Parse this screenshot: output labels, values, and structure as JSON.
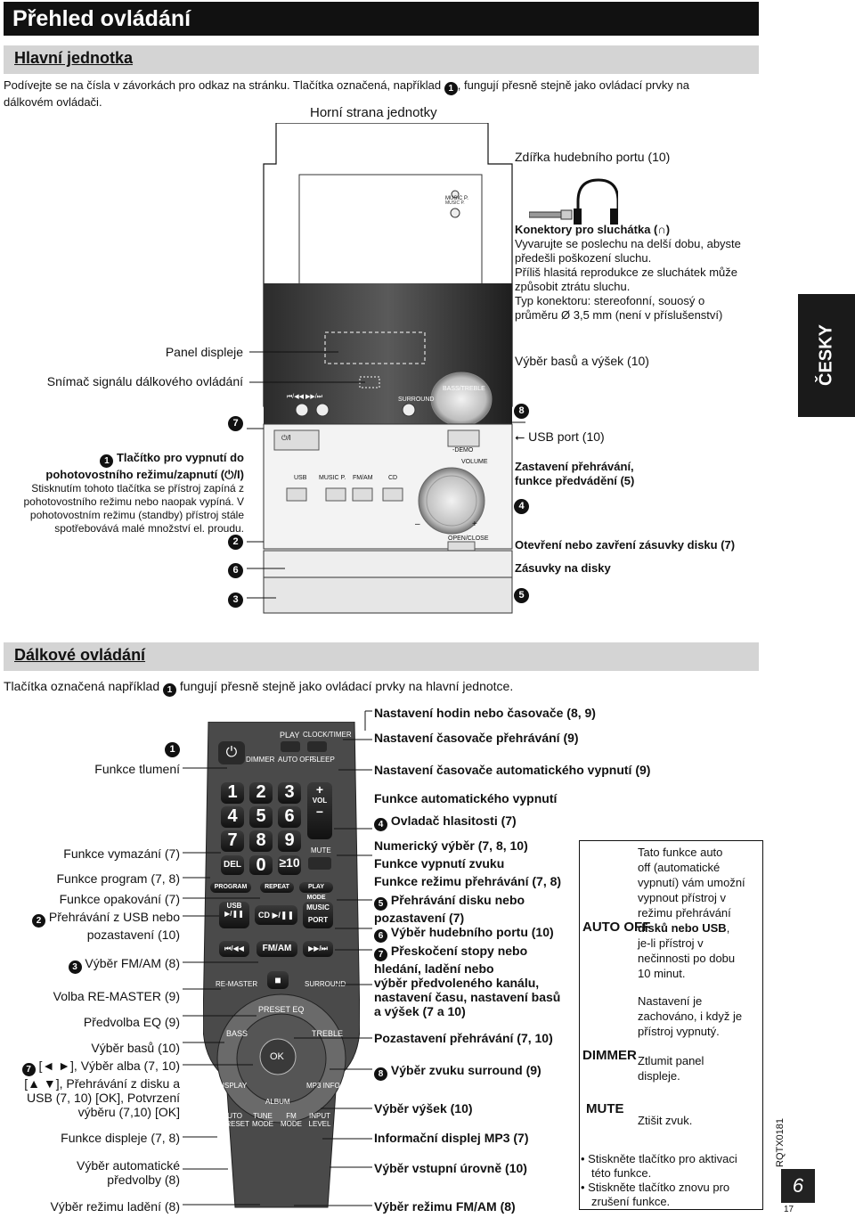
{
  "header": {
    "title": "Přehled ovládání"
  },
  "main_unit": {
    "section_title": "Hlavní jednotka",
    "intro_line1_a": "Podívejte se na čísla v závorkách pro odkaz na stránku. Tlačítka označená, například",
    "intro_marker": "1",
    "intro_line1_b": ", fungují přesně stejně jako ovládací prvky na",
    "intro_line2": "dálkovém ovládači.",
    "top_caption": "Horní strana jednotky",
    "music_port_socket": "Zdířka hudebního portu (10)",
    "headphones_title": "Konektory pro sluchátka (",
    "headphones_title_end": ")",
    "headphones_desc": [
      "Vyvarujte se poslechu na delší dobu, abyste",
      "předešli poškození sluchu.",
      "Příliš hlasitá reprodukce ze sluchátek může",
      "způsobit ztrátu sluchu.",
      "Typ konektoru: stereofonní, souosý o",
      "průměru Ø 3,5 mm (není v příslušenství)"
    ],
    "display_panel": "Panel displeje",
    "remote_sensor": "Snímač signálu dálkového ovládání",
    "bass_treble": "Výběr basů a výšek (10)",
    "marker7": "7",
    "marker8": "8",
    "usb_port": "USB port (10)",
    "standby_num": "1",
    "standby_title_a": "Tlačítko pro vypnutí do",
    "standby_title_b": "pohotovostního režimu/zapnutí (",
    "standby_title_c": "/I)",
    "standby_desc": [
      "Stisknutím tohoto tlačítka se přístroj zapíná z",
      "pohotovostního režimu nebo naopak vypíná. V",
      "pohotovostním režimu (standby) přístroj stále",
      "spotřebovává malé množství el. proudu."
    ],
    "marker2": "2",
    "marker6": "6",
    "marker3": "3",
    "playback_demo": [
      "Zastavení přehrávání,",
      "funkce předvádění (5)"
    ],
    "marker4": "4",
    "open_close": "Otevření nebo zavření zásuvky disku (7)",
    "disc_tray": "Zásuvky na disky",
    "marker5": "5",
    "device_labels": {
      "music_p": "MUSIC P.",
      "surround": "SURROUND",
      "bass_treble": "BASS/TREBLE",
      "standby": "⏻/I",
      "usb": "USB",
      "music_p2": "MUSIC P.",
      "fm_am": "FM/AM",
      "cd": "CD",
      "demo": "-DEMO",
      "volume": "VOLUME",
      "open_close": "OPEN/CLOSE",
      "minus": "–",
      "plus": "+",
      "skip_buttons": "⏮/◀◀  ▶▶/⏭"
    }
  },
  "remote": {
    "section_title": "Dálkové ovládání",
    "intro_a": "Tlačítka označená například",
    "intro_marker": "1",
    "intro_b": "fungují přesně stejně jako ovládací prvky na hlavní jednotce.",
    "left_labels": {
      "marker1": "1",
      "mute_func": "Funkce tlumení",
      "delete": "Funkce vymazání (7)",
      "program": "Funkce program (7, 8)",
      "repeat": "Funkce opakování (7)",
      "usb_play_num": "2",
      "usb_play_a": "Přehrávání z USB nebo",
      "usb_play_b": "pozastavení (10)",
      "fm_am_num": "3",
      "fm_am": "Výběr FM/AM (8)",
      "remaster": "Volba RE-MASTER (9)",
      "preset_eq": "Předvolba EQ (9)",
      "bass": "Výběr basů (10)",
      "arrows_num": "7",
      "arrows_a": "[◄ ►], Výběr alba (7, 10)",
      "arrows_b": "[▲ ▼], Přehrávání z disku a",
      "arrows_c": "USB (7, 10) [OK], Potvrzení",
      "arrows_d": "výběru (7,10) [OK]",
      "display": "Funkce displeje (7, 8)",
      "auto_preset_a": "Výběr automatické",
      "auto_preset_b": "předvolby (8)",
      "tune_mode": "Výběr režimu ladění (8)"
    },
    "right_labels": {
      "clock_timer": "Nastavení hodin nebo časovače (8, 9)",
      "play_timer": "Nastavení časovače přehrávání (9)",
      "sleep_timer": "Nastavení časovače automatického vypnutí (9)",
      "auto_off": "Funkce automatického vypnutí",
      "volume_num": "4",
      "volume": "Ovladač hlasitosti (7)",
      "numeric": "Numerický výběr (7, 8, 10)",
      "mute": "Funkce vypnutí zvuku",
      "play_mode": "Funkce režimu přehrávání (7, 8)",
      "cd_play_num": "5",
      "cd_play_a": "Přehrávání disku nebo",
      "cd_play_b": "pozastavení (7)",
      "music_port_num": "6",
      "music_port": "Výběr hudebního portu (10)",
      "skip_num": "7",
      "skip_a": "Přeskočení stopy nebo",
      "skip_b": "hledání, ladění nebo",
      "skip_c": "výběr předvoleného kanálu,",
      "skip_d": "nastavení času, nastavení basů",
      "skip_e": "a výšek (7 a 10)",
      "stop": "Pozastavení přehrávání (7, 10)",
      "surround_num": "8",
      "surround": "Výběr zvuku surround (9)",
      "treble": "Výběr výšek (10)",
      "mp3_info": "Informační displej MP3 (7)",
      "input_level": "Výběr vstupní úrovně (10)",
      "fm_mode": "Výběr režimu FM/AM (8)"
    },
    "keys": {
      "play": "PLAY",
      "clock_timer": "CLOCK/TIMER",
      "dimmer": "DIMMER",
      "auto_off": "AUTO OFF",
      "sleep": "SLEEP",
      "d1": "1",
      "d2": "2",
      "d3": "3",
      "d4": "4",
      "d5": "5",
      "d6": "6",
      "d7": "7",
      "d8": "8",
      "d9": "9",
      "d0": "0",
      "plus": "+",
      "vol": "VOL",
      "minus": "−",
      "mute": "MUTE",
      "del": "DEL",
      "ge10": "≥10",
      "program": "PROGRAM",
      "repeat": "REPEAT",
      "play_mode": "PLAY MODE",
      "usb": "USB",
      "usb_sym": "▶/❚❚",
      "cd": "CD ▶/❚❚",
      "music_port": "MUSIC PORT",
      "prev": "⏮/◀◀",
      "fm_am": "FM/AM",
      "next": "▶▶/⏭",
      "remaster": "RE-MASTER",
      "stop": "■",
      "surround": "SURROUND",
      "preset_eq": "PRESET EQ",
      "bass": "BASS",
      "treble": "TREBLE",
      "ok": "OK",
      "display": "DISPLAY",
      "mp3_info": "MP3 INFO",
      "album": "ALBUM",
      "auto_preset": "AUTO PRESET",
      "tune_mode": "TUNE MODE",
      "fm_mode": "FM MODE",
      "input_level": "INPUT LEVEL"
    },
    "box": {
      "auto_off_label": "AUTO OFF",
      "auto_off_desc": [
        "Tato funkce auto",
        "off (automatické",
        "vypnutí) vám umožní",
        "vypnout přístroj v",
        "režimu přehrávání"
      ],
      "auto_off_bold": "disků nebo USB",
      "auto_off_desc2": [
        ",",
        "je-li přístroj v",
        "nečinnosti po dobu",
        "10 minut."
      ],
      "auto_off_note": [
        "Nastavení je",
        "zachováno, i když je",
        "přístroj vypnutý."
      ],
      "dimmer_label": "DIMMER",
      "dimmer_desc": [
        "Ztlumit panel",
        "displeje."
      ],
      "mute_label": "MUTE",
      "mute_desc": "Ztišit zvuk.",
      "bullets": [
        "Stiskněte tlačítko pro aktivaci",
        "této funkce.",
        "Stiskněte tlačítko znovu pro",
        "zrušení funkce."
      ]
    }
  },
  "side_tab": "ČESKY",
  "footer": {
    "code": "RQTX0181",
    "page_local": "6",
    "page_global": "17"
  }
}
